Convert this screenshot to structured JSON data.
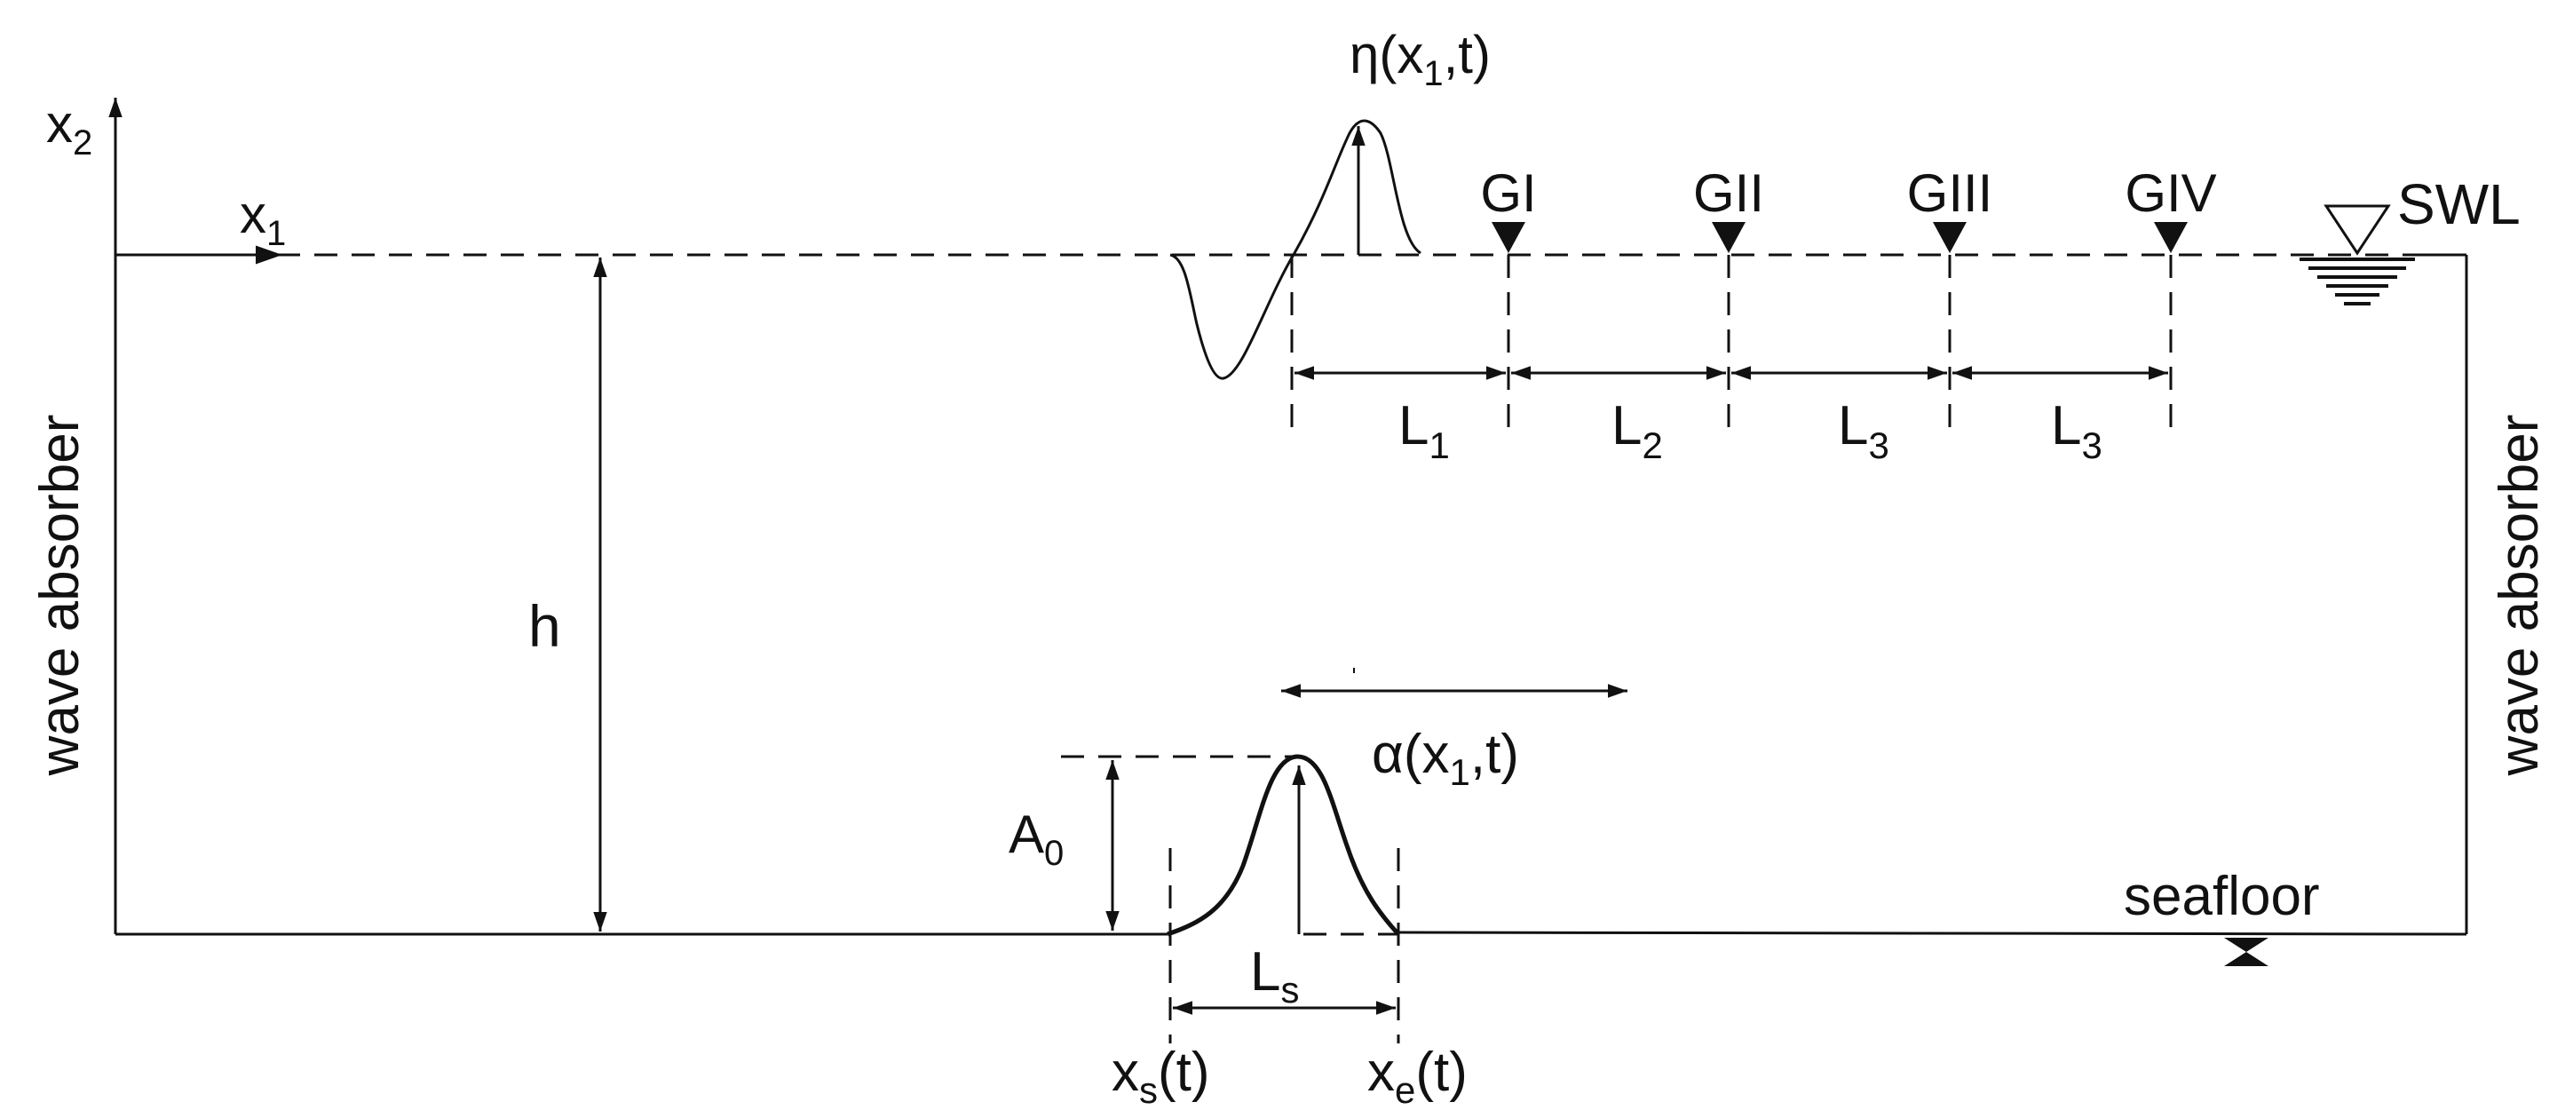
{
  "axes": {
    "x1": {
      "base": "x",
      "sub": "1"
    },
    "x2": {
      "base": "x",
      "sub": "2"
    }
  },
  "labels": {
    "wave_absorber_left": "wave absorber",
    "wave_absorber_right": "wave absorber",
    "depth": "h",
    "swl": "SWL",
    "seafloor": "seafloor",
    "eta": {
      "pre": "η(x",
      "sub": "1",
      "post": ",t)"
    },
    "alpha": {
      "pre": "α(x",
      "sub": "1",
      "post": ",t)"
    },
    "amplitude": {
      "base": "A",
      "sub": "0"
    },
    "slide_length": {
      "base": "L",
      "sub": "s"
    },
    "x_start": {
      "base": "x",
      "sub": "s",
      "post": "(t)"
    },
    "x_end": {
      "base": "x",
      "sub": "e",
      "post": "(t)"
    }
  },
  "gauges": [
    "GI",
    "GII",
    "GIII",
    "GIV"
  ],
  "spacings": [
    {
      "base": "L",
      "sub": "1"
    },
    {
      "base": "L",
      "sub": "2"
    },
    {
      "base": "L",
      "sub": "3"
    },
    {
      "base": "L",
      "sub": "3"
    }
  ]
}
